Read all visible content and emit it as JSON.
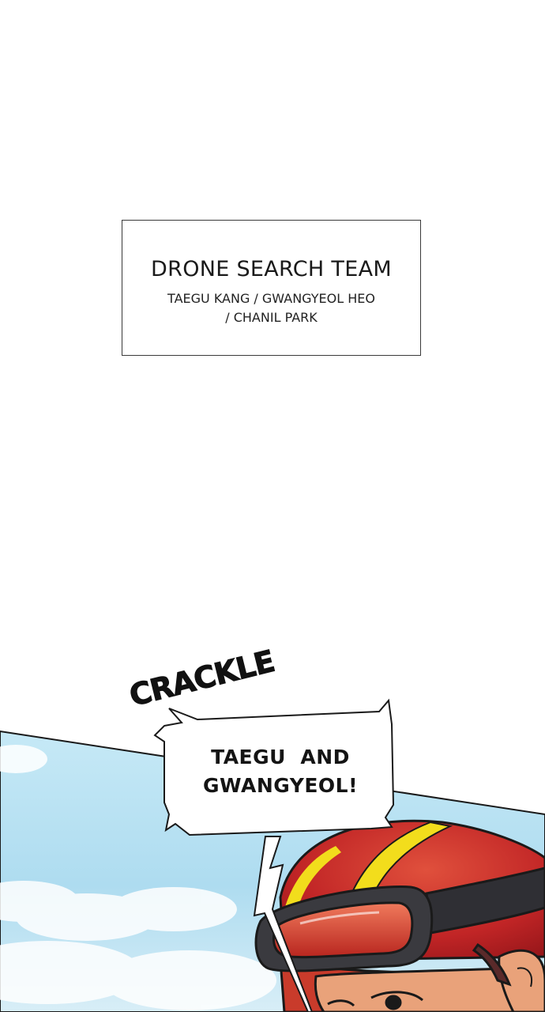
{
  "caption": {
    "title": "DRONE SEARCH TEAM",
    "names_line1": "TAEGU KANG / GWANGYEOL HEO",
    "names_line2": "/ CHANIL PARK"
  },
  "sfx": {
    "text": "CRACKLE"
  },
  "speech_bubble": {
    "line1": "TAEGU  AND",
    "line2": "GWANGYEOL!"
  },
  "colors": {
    "sky": "#bfe4f3",
    "helmet_red": "#c8262a",
    "helmet_stripe": "#f2dd1c",
    "goggle_frame": "#3a3a3f",
    "goggle_lens": "#e24a3a",
    "skin": "#e9a27a"
  }
}
